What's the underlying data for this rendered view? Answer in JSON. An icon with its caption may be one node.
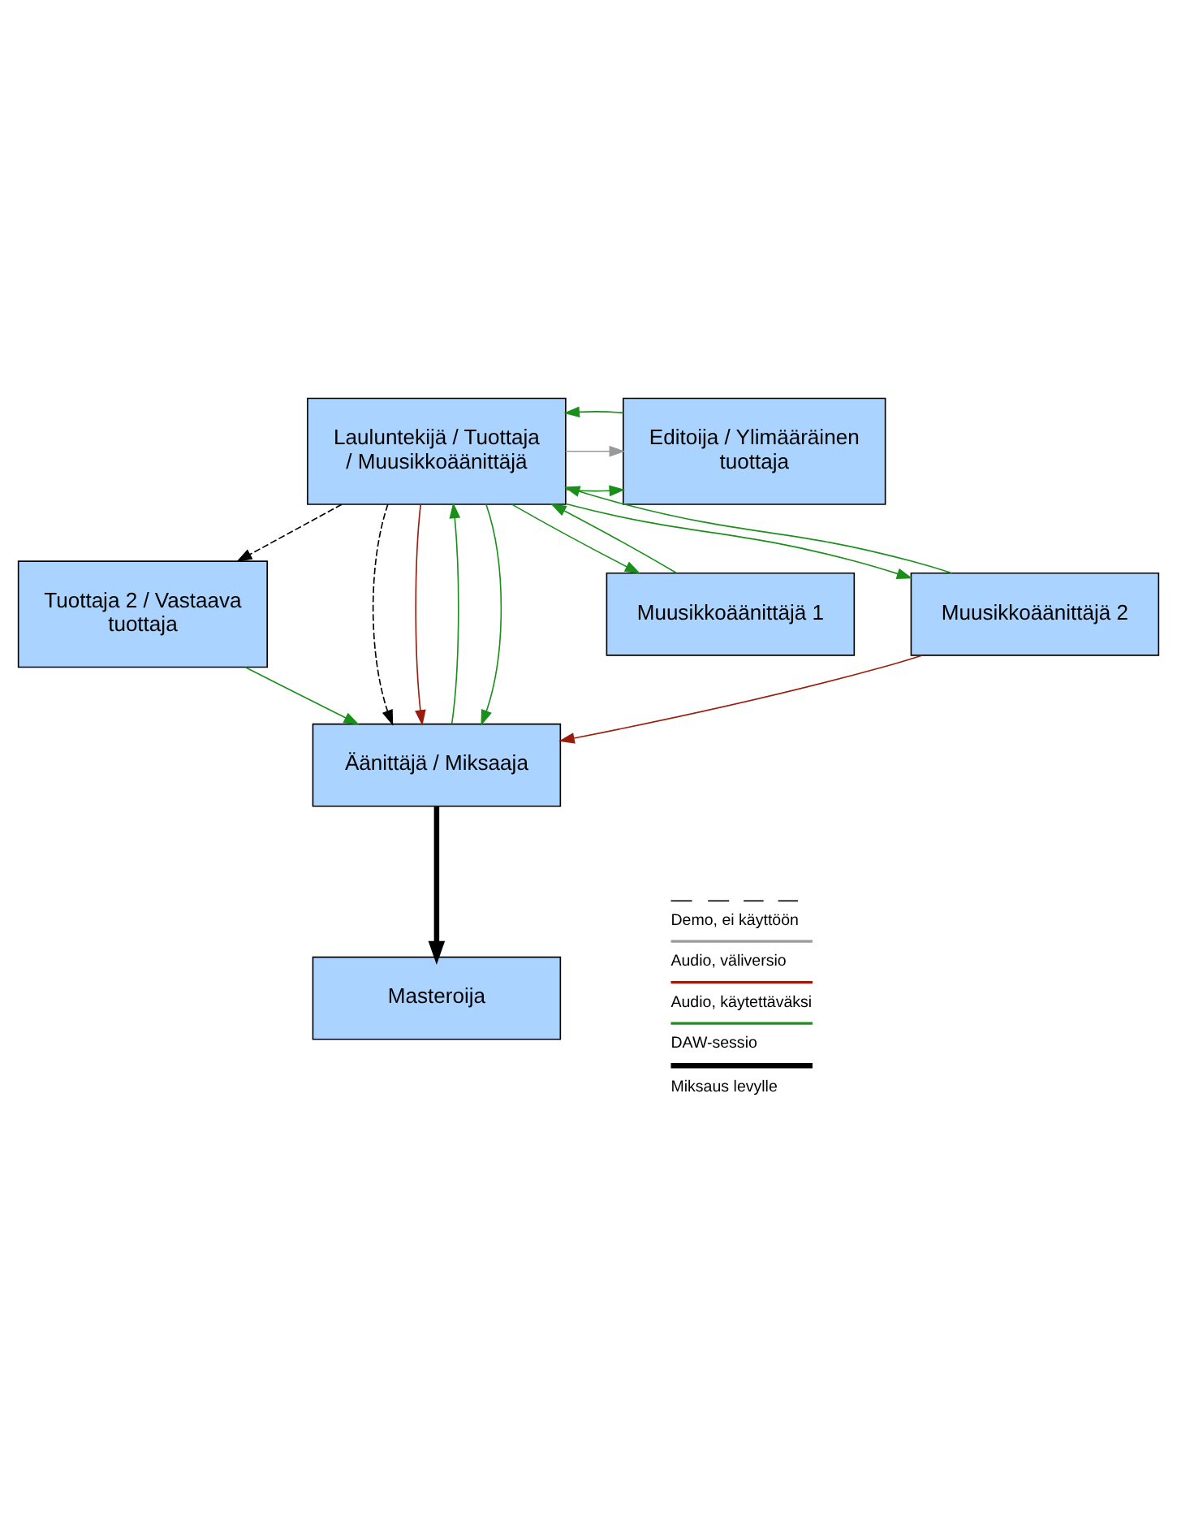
{
  "diagram": {
    "nodes": [
      {
        "text": [
          "Lauluntekijä / Tuottaja / Muusikkoäänittäjä"
        ]
      },
      {
        "text": [
          "Editoija / Ylimääräinen tuottaja"
        ]
      },
      {
        "text": [
          "Tuottaja 2 / Vastaava tuottaja"
        ]
      },
      {
        "text": [
          "Äänittäjä / Miksaaja"
        ]
      },
      {
        "text": [
          "Muusikkoäänittäjä 1"
        ]
      },
      {
        "text": [
          "Muusikkoäänittäjä 2"
        ]
      },
      {
        "text": [
          "Masteroija"
        ]
      }
    ],
    "edges": [
      {
        "from": 0,
        "to": 1,
        "arrow": "to"
      },
      {
        "from": 0,
        "to": 1,
        "arrow": "to",
        "color": "#999999"
      },
      {
        "from": 1,
        "to": 0,
        "arrow": "to"
      },
      {
        "from": 0,
        "to": 2,
        "arrow": "to",
        "style": "dashed",
        "color": "#000000"
      },
      {
        "from": 0,
        "to": 3,
        "arrow": "to",
        "style": "dashed",
        "color": "#000000"
      },
      {
        "from": 0,
        "to": 3,
        "arrow": "to",
        "color": "#9b1c0c"
      },
      {
        "from": 3,
        "to": 0,
        "arrow": "to"
      },
      {
        "from": 0,
        "to": 3,
        "arrow": "to"
      },
      {
        "from": 2,
        "to": 3,
        "arrow": "to"
      },
      {
        "from": 0,
        "to": 4,
        "arrow": "to"
      },
      {
        "from": 0,
        "to": 5,
        "arrow": "to"
      },
      {
        "from": 4,
        "to": 0,
        "arrow": "to"
      },
      {
        "from": 5,
        "to": 0,
        "arrow": "to"
      },
      {
        "from": 5,
        "to": 3,
        "arrow": "to",
        "color": "#9b1c0c"
      },
      {
        "from": 3,
        "to": 6,
        "arrow": "to",
        "style": "thick",
        "color": "#000000"
      }
    ],
    "legend": [
      {
        "text": "Demo, ei käyttöön"
      },
      {
        "text": "Audio, väliversio"
      },
      {
        "text": "Audio, käytettäväksi"
      },
      {
        "text": "DAW-sessio"
      },
      {
        "text": "Miksaus levylle"
      }
    ]
  }
}
